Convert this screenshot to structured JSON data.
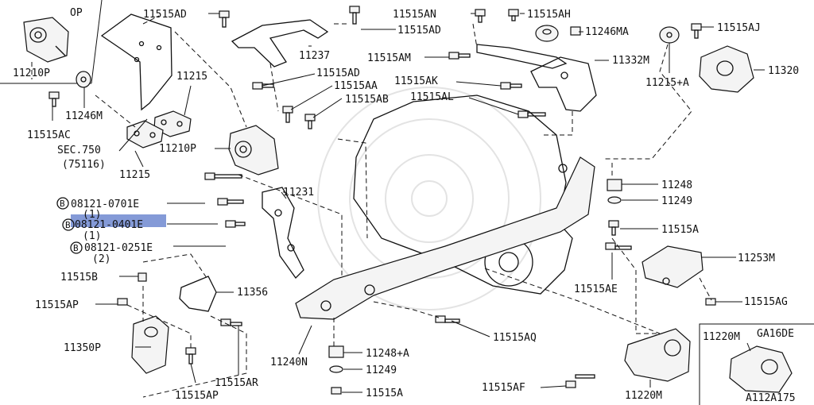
{
  "diagram": {
    "option_label": "OP",
    "variant_label": "GA16DE",
    "figure_code": "A112A175",
    "sec_ref": "SEC.750",
    "sec_sub": "(75116)",
    "highlighted_part": "08121-0401E",
    "colors": {
      "ink": "#111111",
      "highlight": "#5b78c9",
      "watermark": "#e3e3e3"
    },
    "bolt_circle_symbol": "B",
    "parts": [
      {
        "id": "11210P_top",
        "label": "11210P"
      },
      {
        "id": "11515AD_1",
        "label": "11515AD"
      },
      {
        "id": "11515AD_2",
        "label": "11515AD"
      },
      {
        "id": "11237",
        "label": "11237"
      },
      {
        "id": "11515AN",
        "label": "11515AN"
      },
      {
        "id": "11515AH",
        "label": "11515AH"
      },
      {
        "id": "11246MA",
        "label": "11246MA"
      },
      {
        "id": "11515AJ",
        "label": "11515AJ"
      },
      {
        "id": "11320",
        "label": "11320"
      },
      {
        "id": "11215A",
        "label": "11215+A"
      },
      {
        "id": "11332M",
        "label": "11332M"
      },
      {
        "id": "11515AM",
        "label": "11515AM"
      },
      {
        "id": "11515AK",
        "label": "11515AK"
      },
      {
        "id": "11515AL",
        "label": "11515AL"
      },
      {
        "id": "11515AD_3",
        "label": "11515AD"
      },
      {
        "id": "11515AA",
        "label": "11515AA"
      },
      {
        "id": "11515AB",
        "label": "11515AB"
      },
      {
        "id": "11215_1",
        "label": "11215"
      },
      {
        "id": "11246M",
        "label": "11246M"
      },
      {
        "id": "11515AC",
        "label": "11515AC"
      },
      {
        "id": "11210P_mid",
        "label": "11210P"
      },
      {
        "id": "11215_2",
        "label": "11215"
      },
      {
        "id": "11231",
        "label": "11231"
      },
      {
        "id": "b0701",
        "label": "08121-0701E",
        "qty": "(1)"
      },
      {
        "id": "b0401",
        "label": "08121-0401E",
        "qty": "(1)"
      },
      {
        "id": "b0251",
        "label": "08121-0251E",
        "qty": "(2)"
      },
      {
        "id": "11248",
        "label": "11248"
      },
      {
        "id": "11249_1",
        "label": "11249"
      },
      {
        "id": "11515A_1",
        "label": "11515A"
      },
      {
        "id": "11253M",
        "label": "11253M"
      },
      {
        "id": "11515AE",
        "label": "11515AE"
      },
      {
        "id": "11515AG",
        "label": "11515AG"
      },
      {
        "id": "11515B",
        "label": "11515B"
      },
      {
        "id": "11356",
        "label": "11356"
      },
      {
        "id": "11515AP_1",
        "label": "11515AP"
      },
      {
        "id": "11350P",
        "label": "11350P"
      },
      {
        "id": "11515AP_2",
        "label": "11515AP"
      },
      {
        "id": "11515AR",
        "label": "11515AR"
      },
      {
        "id": "11240N",
        "label": "11240N"
      },
      {
        "id": "11248A",
        "label": "11248+A"
      },
      {
        "id": "11249_2",
        "label": "11249"
      },
      {
        "id": "11515A_2",
        "label": "11515A"
      },
      {
        "id": "11515AQ",
        "label": "11515AQ"
      },
      {
        "id": "11515AF",
        "label": "11515AF"
      },
      {
        "id": "11220M_1",
        "label": "11220M"
      },
      {
        "id": "11220M_2",
        "label": "11220M"
      }
    ]
  }
}
